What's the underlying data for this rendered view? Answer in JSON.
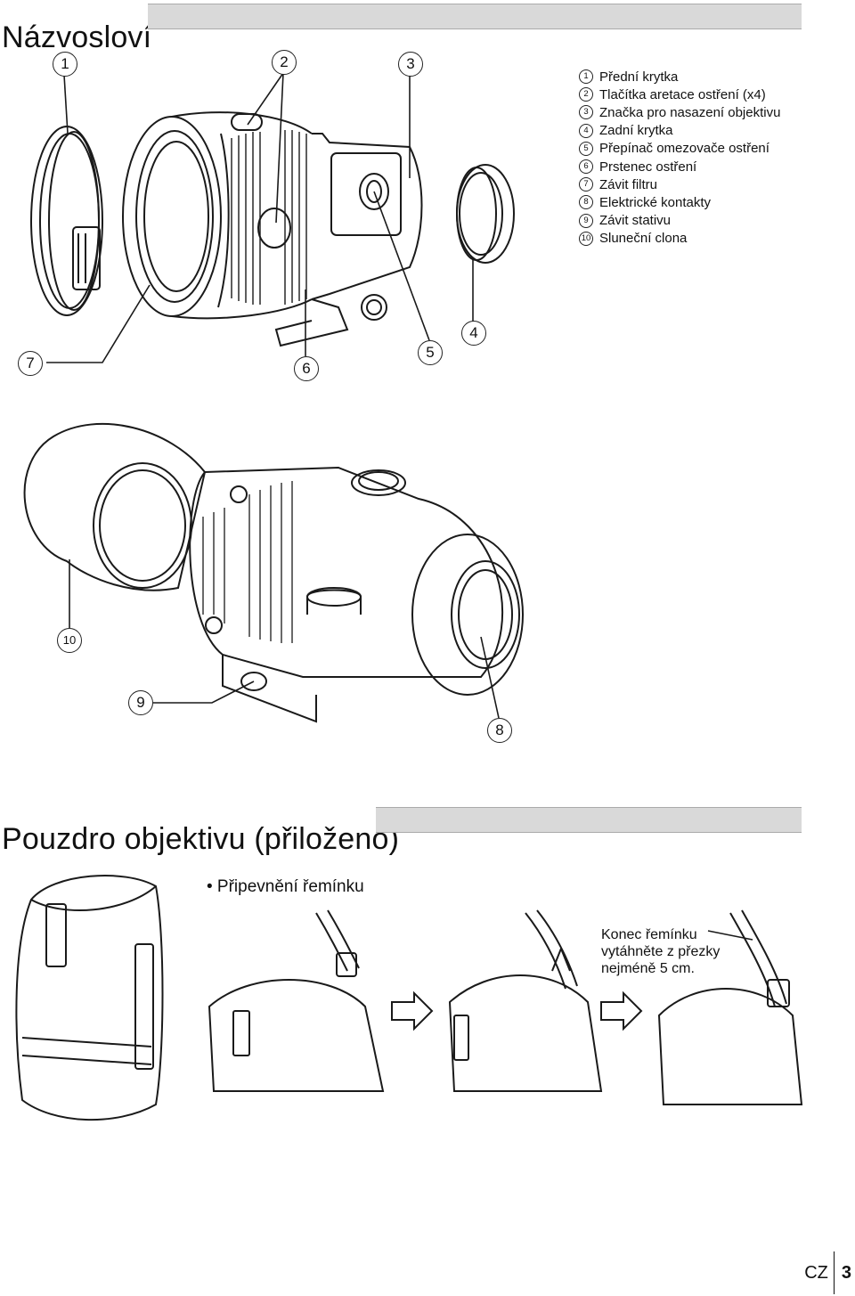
{
  "sections": {
    "nomenclature_title": "Názvosloví",
    "case_title": "Pouzdro objektivu (přiloženo)"
  },
  "legend": [
    {
      "num": "1",
      "label": "Přední krytka"
    },
    {
      "num": "2",
      "label": "Tlačítka aretace ostření (x4)"
    },
    {
      "num": "3",
      "label": "Značka pro nasazení objektivu"
    },
    {
      "num": "4",
      "label": "Zadní krytka"
    },
    {
      "num": "5",
      "label": "Přepínač omezovače ostření"
    },
    {
      "num": "6",
      "label": "Prstenec ostření"
    },
    {
      "num": "7",
      "label": "Závit filtru"
    },
    {
      "num": "8",
      "label": "Elektrické kontakty"
    },
    {
      "num": "9",
      "label": "Závit stativu"
    },
    {
      "num": "10",
      "label": "Sluneční clona"
    }
  ],
  "strap": {
    "bullet": "• Připevnění řemínku",
    "note_lines": [
      "Konec řemínku",
      "vytáhněte z přezky",
      "nejméně 5 cm."
    ]
  },
  "footer": {
    "lang": "CZ",
    "page": "3"
  }
}
